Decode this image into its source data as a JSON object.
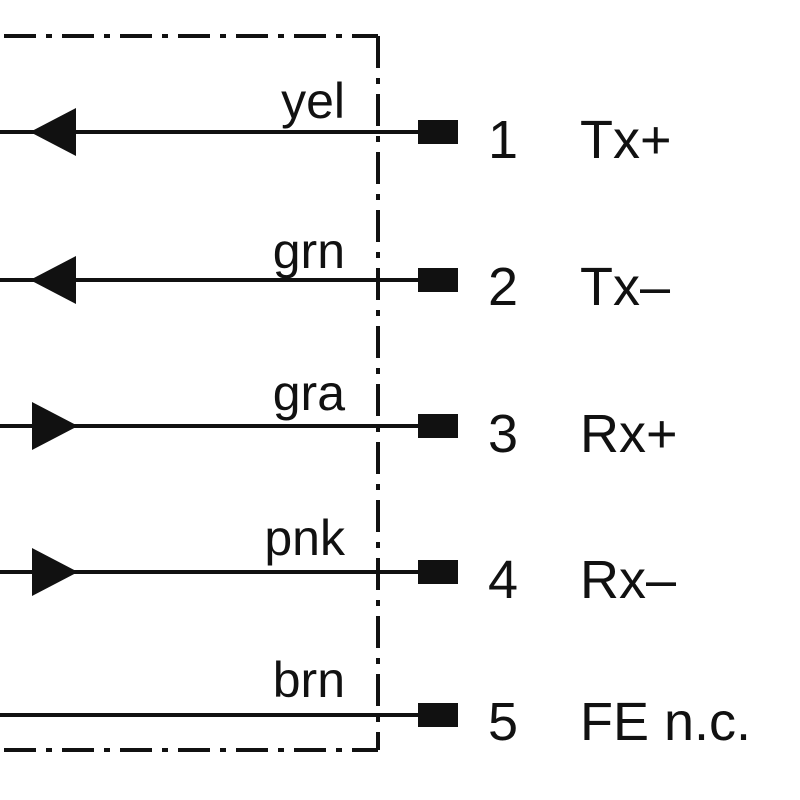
{
  "pins": [
    {
      "number": "1",
      "signal": "Tx+",
      "wire_color": "yel",
      "direction": "out"
    },
    {
      "number": "2",
      "signal": "Tx–",
      "wire_color": "grn",
      "direction": "out"
    },
    {
      "number": "3",
      "signal": "Rx+",
      "wire_color": "gra",
      "direction": "in"
    },
    {
      "number": "4",
      "signal": "Rx–",
      "wire_color": "pnk",
      "direction": "in"
    },
    {
      "number": "5",
      "signal": "FE n.c.",
      "wire_color": "brn",
      "direction": "none"
    }
  ],
  "colors": {
    "ink": "#111111",
    "background": "#ffffff"
  }
}
